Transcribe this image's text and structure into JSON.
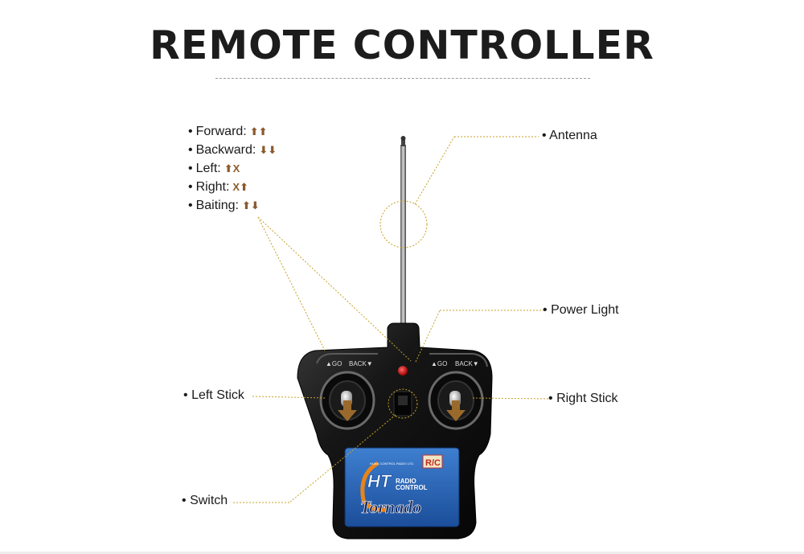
{
  "title": "REMOTE CONTROLLER",
  "bullet": "•",
  "legend": [
    {
      "label": "Forward:",
      "arrows": "⬆⬆"
    },
    {
      "label": "Backward:",
      "arrows": "⬇⬇"
    },
    {
      "label": "Left:",
      "arrows": "⬆X"
    },
    {
      "label": "Right:",
      "arrows": "X⬆"
    },
    {
      "label": "Baiting:",
      "arrows": "⬆⬇"
    }
  ],
  "callouts": {
    "antenna": "Antenna",
    "power_light": "Power Light",
    "left_stick": "Left Stick",
    "right_stick": "Right Stick",
    "switch": "Switch"
  },
  "stick_labels": {
    "go": "▲GO",
    "back": "BACK▼"
  },
  "decal": {
    "brand": "HT",
    "radio": "RADIO",
    "control": "CONTROL",
    "rc_badge": "R/C",
    "model": "Tornado",
    "small_print": "HUAN CONTROL RADIO LTD."
  },
  "colors": {
    "accent": "#8b5a2b",
    "callout_line": "#c9a227",
    "body": "#151515",
    "decal": "#2a66b8"
  }
}
